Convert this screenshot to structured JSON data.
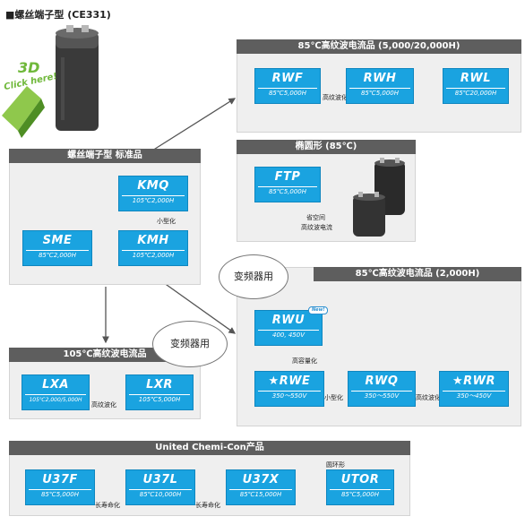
{
  "title": "■螺丝端子型 (CE331)",
  "badge_3d": "3D",
  "badge_click": "Click here!",
  "panels": {
    "main": {
      "title": "螺丝端子型 标准品"
    },
    "hr5000": {
      "title": "85℃高纹波电流品 (5,000/20,000H)"
    },
    "oval": {
      "title": "椭圆形 (85℃)"
    },
    "hr2000": {
      "title": "85℃高纹波电流品 (2,000H)"
    },
    "t105": {
      "title": "105℃高纹波电流品"
    },
    "ucc": {
      "title": "United Chemi-Con产品"
    }
  },
  "boxes": {
    "kmq": {
      "name": "KMQ",
      "spec": "105℃2,000H"
    },
    "sme": {
      "name": "SME",
      "spec": "85℃2,000H"
    },
    "kmh": {
      "name": "KMH",
      "spec": "105℃2,000H"
    },
    "rwf": {
      "name": "RWF",
      "spec": "85℃5,000H"
    },
    "rwh": {
      "name": "RWH",
      "spec": "85℃5,000H"
    },
    "rwl": {
      "name": "RWL",
      "spec": "85℃20,000H"
    },
    "ftp": {
      "name": "FTP",
      "spec": "85℃5,000H"
    },
    "rwu": {
      "name": "RWU",
      "spec": "400, 450V"
    },
    "rwe": {
      "name": "★RWE",
      "spec": "350～550V"
    },
    "rwq": {
      "name": "RWQ",
      "spec": "350～550V"
    },
    "rwr": {
      "name": "★RWR",
      "spec": "350～450V"
    },
    "lxa": {
      "name": "LXA",
      "spec": "105℃2,000/5,000H"
    },
    "lxr": {
      "name": "LXR",
      "spec": "105℃5,000H"
    },
    "u37f": {
      "name": "U37F",
      "spec": "85℃5,000H"
    },
    "u37l": {
      "name": "U37L",
      "spec": "85℃10,000H"
    },
    "u37x": {
      "name": "U37X",
      "spec": "85℃15,000H"
    },
    "utor": {
      "name": "UTOR",
      "spec": "85℃5,000H"
    }
  },
  "labels": {
    "smaller": "小型化",
    "hiripple1": "高纹波化",
    "oval_note1": "省空间",
    "oval_note2": "高纹波电流",
    "capacity_up": "高容量化",
    "smaller2": "小型化",
    "hiripple2": "高纹波化",
    "hiripple3": "高纹波化",
    "longlife1": "长寿命化",
    "longlife2": "长寿命化",
    "toroid": "圆环形",
    "new_tag": "New!"
  },
  "bubbles": {
    "inverter1": "变频器用",
    "inverter2": "变频器用"
  },
  "colors": {
    "box_fill": "#1aa3e0",
    "header_fill": "#5e5e5e",
    "panel_fill": "#efefef",
    "badge_green": "#6fb83a"
  }
}
